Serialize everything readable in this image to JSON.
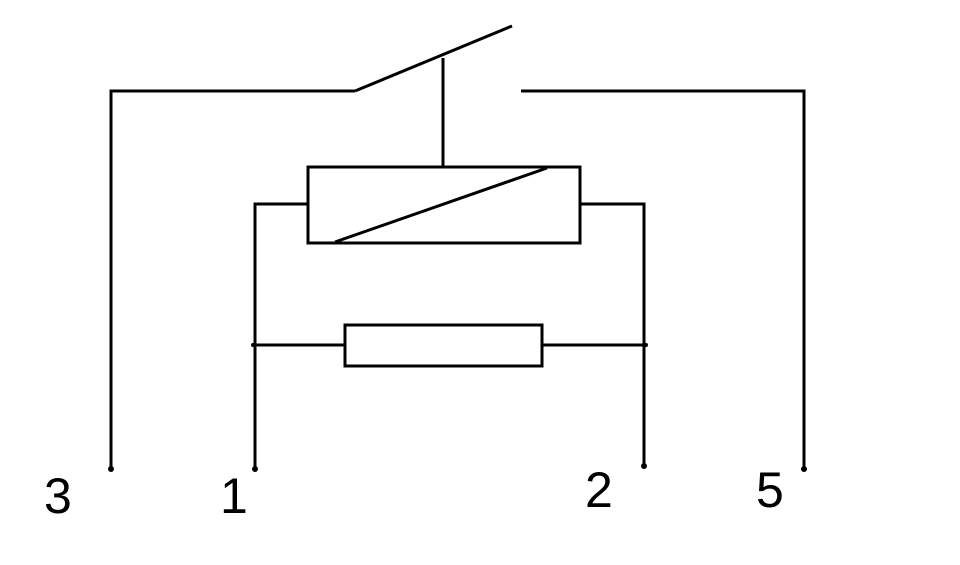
{
  "pins": {
    "pin_3": "3",
    "pin_1": "1",
    "pin_2": "2",
    "pin_5": "5"
  },
  "colors": {
    "line": "#000000",
    "background": "#ffffff"
  }
}
